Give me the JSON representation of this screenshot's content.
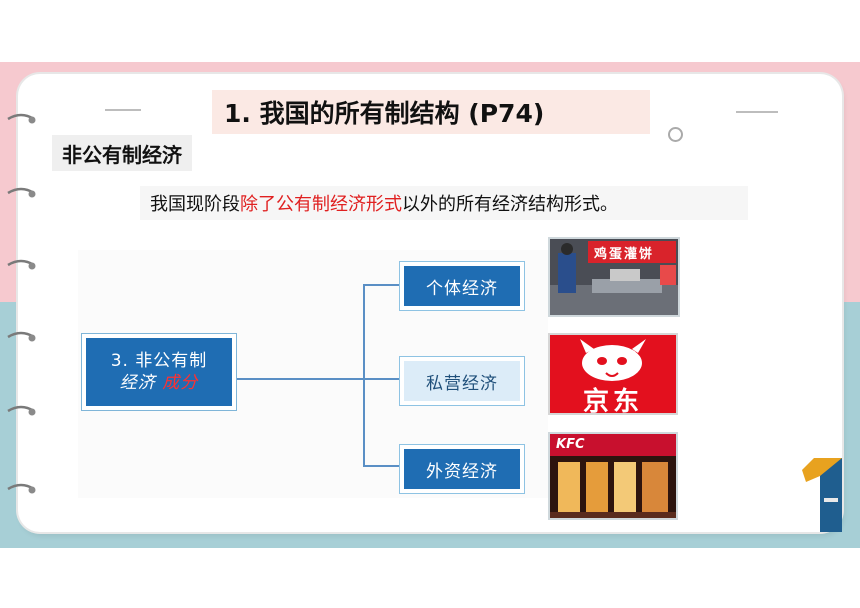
{
  "slide": {
    "title": "1. 我国的所有制结构 (P74)",
    "section_label": "非公有制经济",
    "description": {
      "before": "我国现阶段",
      "highlight": "除了公有制经济形式",
      "after": "以外的所有经济结构形式。"
    },
    "highlight_color": "#e02020"
  },
  "diagram": {
    "main": {
      "line1": "3. 非公有制",
      "line2_a": "经济 ",
      "line2_b": "成分"
    },
    "branches": [
      {
        "label": "个体经济"
      },
      {
        "label": "私营经济"
      },
      {
        "label": "外资经济"
      }
    ],
    "node_color": "#1f6db3"
  },
  "photos": [
    {
      "name": "street-food-stall",
      "sign_text": "鸡蛋灌饼"
    },
    {
      "name": "jd-logo",
      "sign_text": "京东"
    },
    {
      "name": "kfc-storefront",
      "sign_text": "KFC"
    }
  ],
  "colors": {
    "pink_band": "#f6c9cf",
    "teal_band": "#a7cfd6"
  }
}
